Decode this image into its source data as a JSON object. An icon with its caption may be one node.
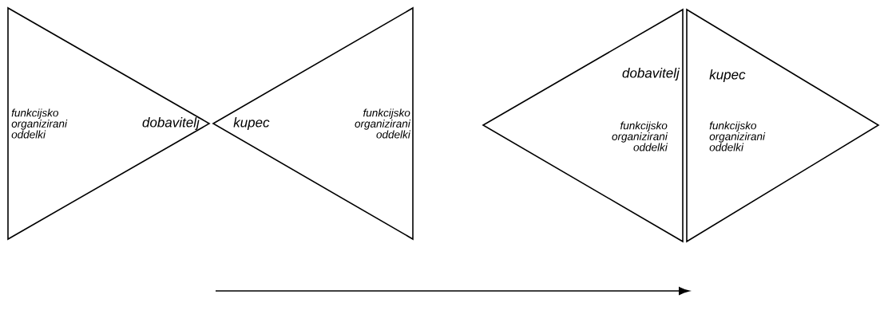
{
  "diagram": {
    "nodes": [
      {
        "text": [
          "funkcijsko organizirani oddelki",
          "dobavitelj"
        ]
      },
      {
        "text": [
          "kupec",
          "funkcijsko organizirani oddelki"
        ]
      },
      {
        "text": [
          "dobavitelj",
          "funkcijsko organizirani oddelki"
        ]
      },
      {
        "text": [
          "kupec",
          "funkcijsko organizirani oddelki"
        ]
      }
    ]
  }
}
